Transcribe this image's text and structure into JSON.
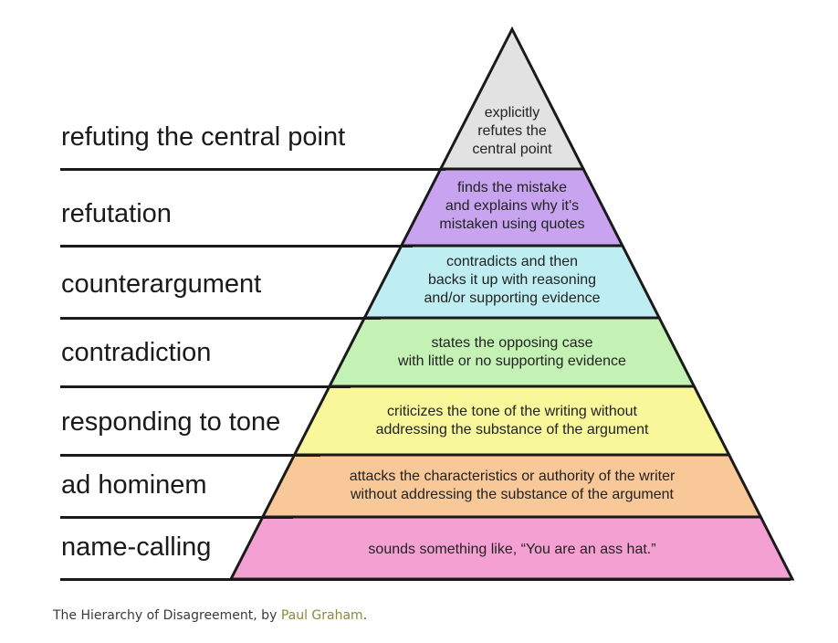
{
  "levels": [
    {
      "label": "refuting the central point",
      "description": "explicitly\nrefutes the\ncentral point",
      "color": "#e2e2e2"
    },
    {
      "label": "refutation",
      "description": "finds the mistake\nand explains why it's\nmistaken using quotes",
      "color": "#c8a4f0"
    },
    {
      "label": "counterargument",
      "description": "contradicts and then\nbacks it up with reasoning\nand/or supporting evidence",
      "color": "#bfeef2"
    },
    {
      "label": "contradiction",
      "description": "states the opposing case\nwith little or no supporting evidence",
      "color": "#c4f2b4"
    },
    {
      "label": "responding to tone",
      "description": "criticizes the tone of the writing without\naddressing the substance of the argument",
      "color": "#f8f79a"
    },
    {
      "label": "ad hominem",
      "description": "attacks the characteristics or authority of the writer\nwithout addressing the substance of the argument",
      "color": "#f8c898"
    },
    {
      "label": "name-calling",
      "description": "sounds something like, “You are an ass hat.”",
      "color": "#f4a0d2"
    }
  ],
  "caption": {
    "prefix": "The ",
    "title": "Hierarchy of Disagreement",
    "middle": ", by ",
    "author": "Paul Graham",
    "suffix": "."
  }
}
